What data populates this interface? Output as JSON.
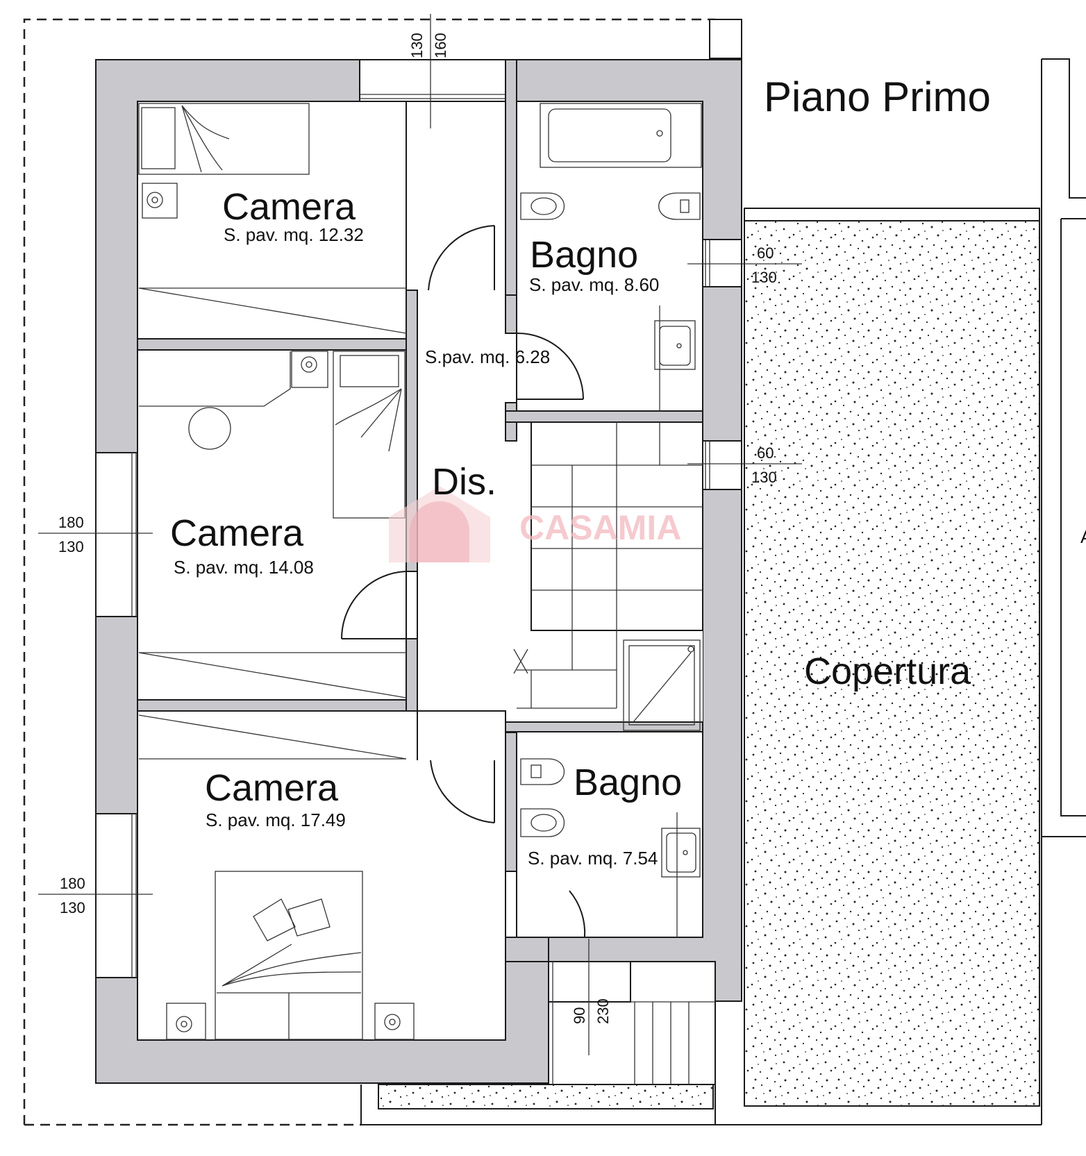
{
  "plan": {
    "title": "Piano Primo",
    "rooms": [
      {
        "name": "Camera",
        "area": "S. pav.  mq. 12.32"
      },
      {
        "name": "Camera",
        "area": "S. pav.  mq. 14.08"
      },
      {
        "name": "Camera",
        "area": "S. pav.  mq. 17.49"
      },
      {
        "name": "Bagno",
        "area": "S. pav.  mq. 8.60"
      },
      {
        "name": "Bagno",
        "area": "S. pav.  mq. 7.54"
      },
      {
        "name": "Dis.",
        "area": "S.pav. mq. 6.28"
      }
    ],
    "roof_label": "Copertura",
    "dimensions": {
      "top_window": [
        "130",
        "160"
      ],
      "left_window_1": [
        "180",
        "130"
      ],
      "left_window_2": [
        "180",
        "130"
      ],
      "right_window_1": [
        "60",
        "130"
      ],
      "right_window_2": [
        "60",
        "130"
      ],
      "bottom_door": [
        "90",
        "230"
      ]
    },
    "watermark": "CASAMIA",
    "edge_letter": "A"
  },
  "colors": {
    "wall_fill": "#c9c8cc",
    "line": "#1a1a1a",
    "watermark": "#f2b9bf"
  }
}
